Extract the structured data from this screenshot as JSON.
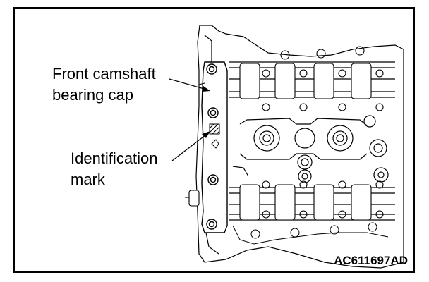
{
  "labels": {
    "front_line1": "Front camshaft",
    "front_line2": "bearing cap",
    "ident_line1": "Identification",
    "ident_line2": "mark"
  },
  "figure_code": "AC611697AD",
  "colors": {
    "line": "#000000",
    "background": "#ffffff"
  }
}
